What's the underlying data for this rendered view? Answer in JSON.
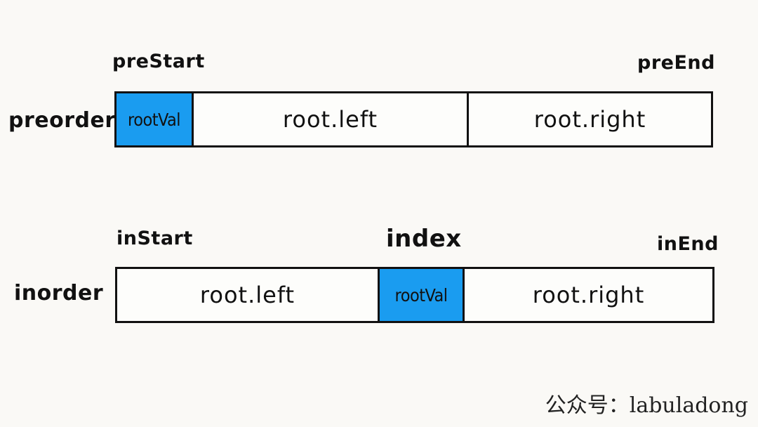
{
  "preorder": {
    "row_label": "preorder",
    "start_label": "preStart",
    "end_label": "preEnd",
    "segments": [
      "rootVal",
      "root.left",
      "root.right"
    ]
  },
  "inorder": {
    "row_label": "inorder",
    "start_label": "inStart",
    "index_label": "index",
    "end_label": "inEnd",
    "segments": [
      "root.left",
      "rootVal",
      "root.right"
    ]
  },
  "watermark": "公众号：labuladong",
  "colors": {
    "root_fill": "#1a9cf0",
    "outline": "#111111",
    "background": "#faf9f6"
  }
}
